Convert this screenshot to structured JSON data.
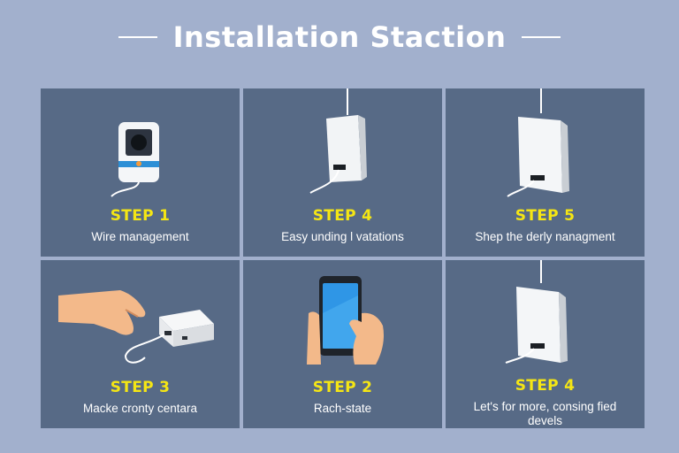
{
  "header": {
    "title": "Installation Staction"
  },
  "cards": [
    {
      "step": "STEP 1",
      "desc": "Wire management",
      "icon": "wall-camera-unit-icon"
    },
    {
      "step": "STEP 4",
      "desc": "Easy unding l vatations",
      "icon": "wall-box-unit-icon"
    },
    {
      "step": "STEP 5",
      "desc": "Shep the derly nanagment",
      "icon": "wall-box-unit-icon"
    },
    {
      "step": "STEP 3",
      "desc": "Macke cronty centara",
      "icon": "hand-plug-router-icon"
    },
    {
      "step": "STEP 2",
      "desc": "Rach-state",
      "icon": "hand-smartphone-icon"
    },
    {
      "step": "STEP 4",
      "desc": "Let's for more, consing fied devels",
      "icon": "wall-box-unit-icon"
    }
  ],
  "colors": {
    "background": "#a2b0cd",
    "card": "#576a86",
    "step_label": "#f5e614",
    "text": "#ffffff"
  }
}
